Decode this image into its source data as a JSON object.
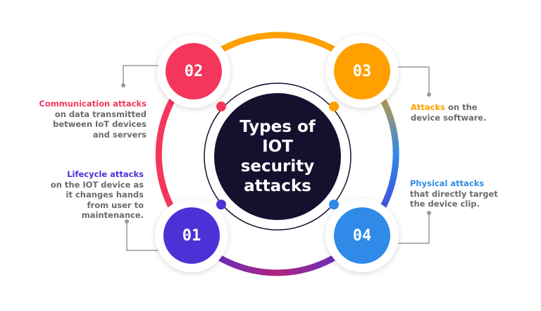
{
  "title": "Types of IOT security attacks",
  "colors": {
    "red": "#f5365c",
    "orange": "#ff9f00",
    "purple": "#4b32d6",
    "blue": "#2f8ae8",
    "dark": "#160f2e"
  },
  "items": [
    {
      "number": "02",
      "heading": "Communication attacks",
      "body": "on data transmitted between IoT devices and servers"
    },
    {
      "number": "03",
      "heading": "Attacks",
      "body": "on the device software."
    },
    {
      "number": "01",
      "heading": "Lifecycle attacks",
      "body": "on the IOT device as it changes hands from user to maintenance."
    },
    {
      "number": "04",
      "heading": "Physical attacks",
      "body": "that directly target the device clip."
    }
  ]
}
